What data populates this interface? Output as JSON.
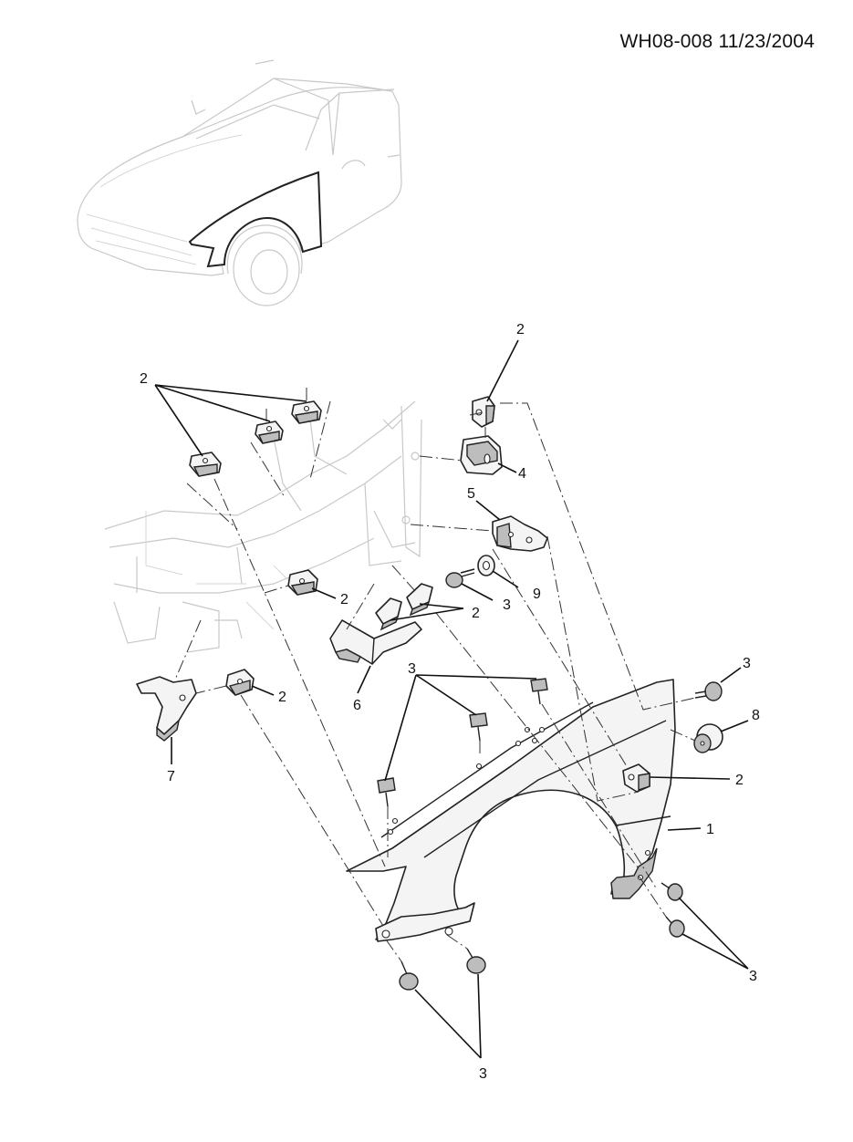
{
  "header": {
    "diagram_code": "WH08-008 11/23/2004"
  },
  "callouts": [
    {
      "id": "c2-top",
      "label": "2"
    },
    {
      "id": "c2-left",
      "label": "2"
    },
    {
      "id": "c4",
      "label": "4"
    },
    {
      "id": "c5",
      "label": "5"
    },
    {
      "id": "c2-mid",
      "label": "2"
    },
    {
      "id": "c3-mid",
      "label": "3"
    },
    {
      "id": "c9",
      "label": "9"
    },
    {
      "id": "c2-guides",
      "label": "2"
    },
    {
      "id": "c6",
      "label": "6"
    },
    {
      "id": "c2-bracket7",
      "label": "2"
    },
    {
      "id": "c7",
      "label": "7"
    },
    {
      "id": "c3-top-bolts",
      "label": "3"
    },
    {
      "id": "c3-right",
      "label": "3"
    },
    {
      "id": "c8",
      "label": "8"
    },
    {
      "id": "c2-right",
      "label": "2"
    },
    {
      "id": "c1",
      "label": "1"
    },
    {
      "id": "c3-lower-right",
      "label": "3"
    },
    {
      "id": "c3-bottom",
      "label": "3"
    }
  ]
}
